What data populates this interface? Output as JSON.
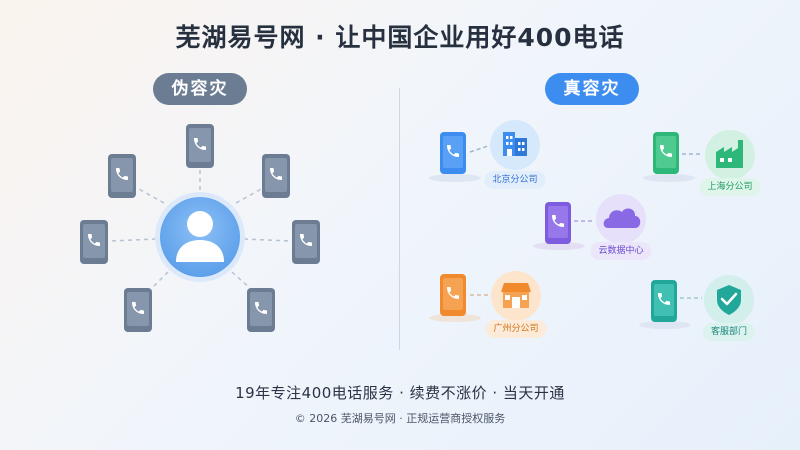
{
  "title": "芜湖易号网 · 让中国企业用好400电话",
  "left_panel": {
    "label": "伪容灾"
  },
  "right_panel": {
    "label": "真容灾",
    "nodes": [
      {
        "label": "北京分公司",
        "icon": "office-building-icon",
        "color": "#3d8cf0"
      },
      {
        "label": "上海分公司",
        "icon": "factory-icon",
        "color": "#2db87a"
      },
      {
        "label": "云数据中心",
        "icon": "cloud-icon",
        "color": "#7d5ce0"
      },
      {
        "label": "广州分公司",
        "icon": "storefront-icon",
        "color": "#f08a2c"
      },
      {
        "label": "客服部门",
        "icon": "shield-check-icon",
        "color": "#22a89b"
      }
    ]
  },
  "footer": {
    "tagline": "19年专注400电话服务 · 续费不涨价 · 当天开通",
    "copyright": "© 2026 芜湖易号网 · 正规运营商授权服务"
  },
  "colors": {
    "fake_pill": "#6b7c93",
    "real_pill": "#3d8cf0",
    "fake_phone": "#6b7c93",
    "avatar": "#6aa9ef"
  }
}
